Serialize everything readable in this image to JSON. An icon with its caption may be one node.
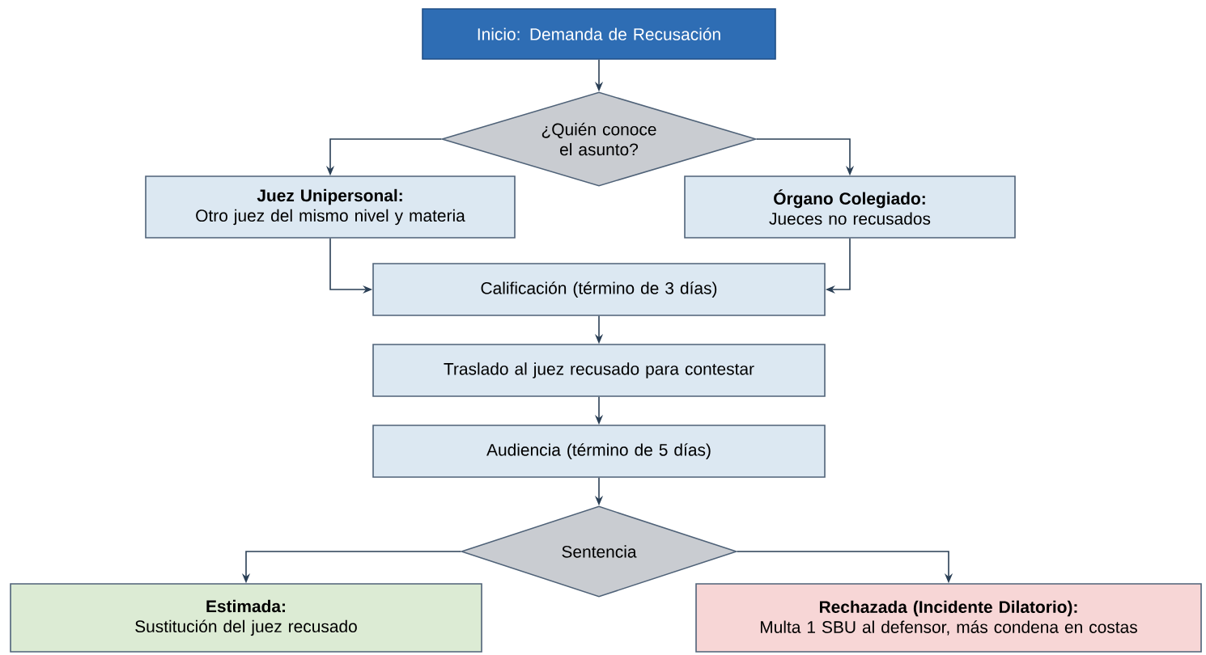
{
  "diagram": {
    "nodes": [
      {
        "text": [
          "Inicio: Demanda de Recusación"
        ]
      },
      {
        "text": [
          "¿Quién conoce el asunto?"
        ]
      },
      {
        "text": [
          "Juez Unipersonal:",
          "Otro juez del mismo nivel y materia"
        ]
      },
      {
        "text": [
          "Órgano Colegiado:",
          "Jueces no recusados"
        ]
      },
      {
        "text": [
          "Calificación (término de 3 días)"
        ]
      },
      {
        "text": [
          "Traslado al juez recusado para contestar"
        ]
      },
      {
        "text": [
          "Audiencia (término de 5 días)"
        ]
      },
      {
        "text": [
          "Sentencia"
        ]
      },
      {
        "text": [
          "Estimada:",
          "Sustitución del juez recusado"
        ]
      },
      {
        "text": [
          "Rechazada (Incidente Dilatorio):",
          "Multa 1 SBU al defensor, más condena en costas"
        ]
      }
    ],
    "edges": [
      {
        "from": 0,
        "to": 1,
        "arrow": "to"
      },
      {
        "from": 1,
        "to": 2,
        "arrow": "to"
      },
      {
        "from": 1,
        "to": 3,
        "arrow": "to"
      },
      {
        "from": 2,
        "to": 4,
        "arrow": "to"
      },
      {
        "from": 3,
        "to": 4,
        "arrow": "to"
      },
      {
        "from": 4,
        "to": 5,
        "arrow": "to"
      },
      {
        "from": 5,
        "to": 6,
        "arrow": "to"
      },
      {
        "from": 6,
        "to": 7,
        "arrow": "to"
      },
      {
        "from": 7,
        "to": 8,
        "arrow": "to"
      },
      {
        "from": 7,
        "to": 9,
        "arrow": "to"
      }
    ]
  }
}
